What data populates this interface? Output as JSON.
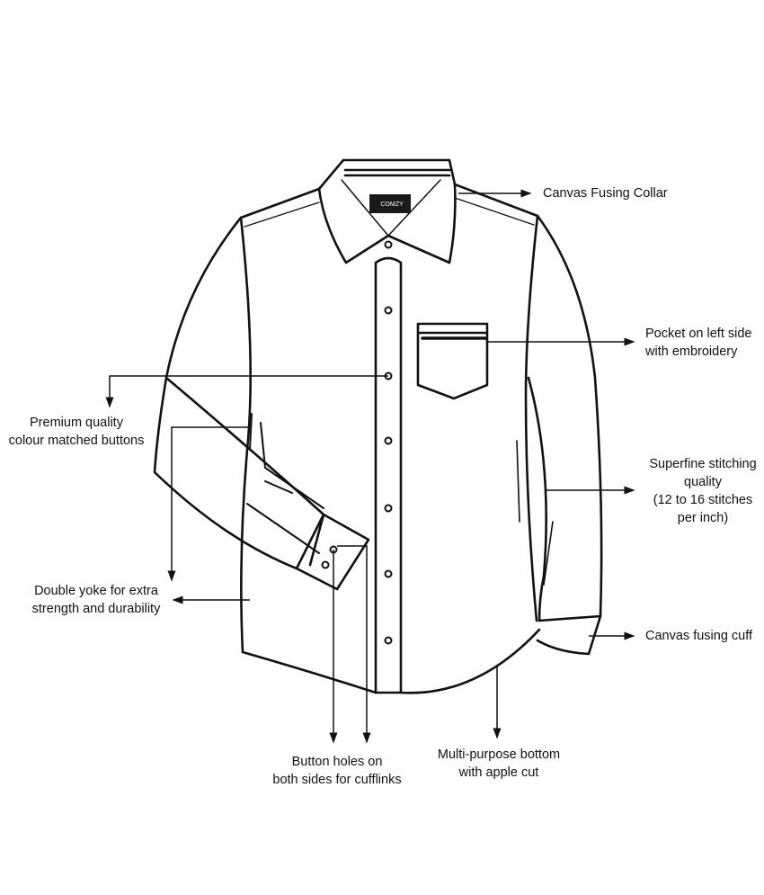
{
  "logo": {
    "text": "COMZY"
  },
  "colors": {
    "line": "#111111",
    "background": "#ffffff",
    "tag": "#1a1a1a"
  },
  "labels": {
    "collar": "Canvas Fusing Collar",
    "pocket": [
      "Pocket on left side",
      "with embroidery"
    ],
    "buttons": [
      "Premium quality",
      "colour matched buttons"
    ],
    "stitching": [
      "Superfine stitching",
      "quality",
      "(12 to 16 stitches",
      "per inch)"
    ],
    "yoke": [
      "Double yoke for extra",
      "strength and durability"
    ],
    "cuff": "Canvas fusing cuff",
    "button_holes": [
      "Button holes on",
      "both sides for cufflinks"
    ],
    "bottom": [
      "Multi-purpose bottom",
      "with apple cut"
    ]
  }
}
